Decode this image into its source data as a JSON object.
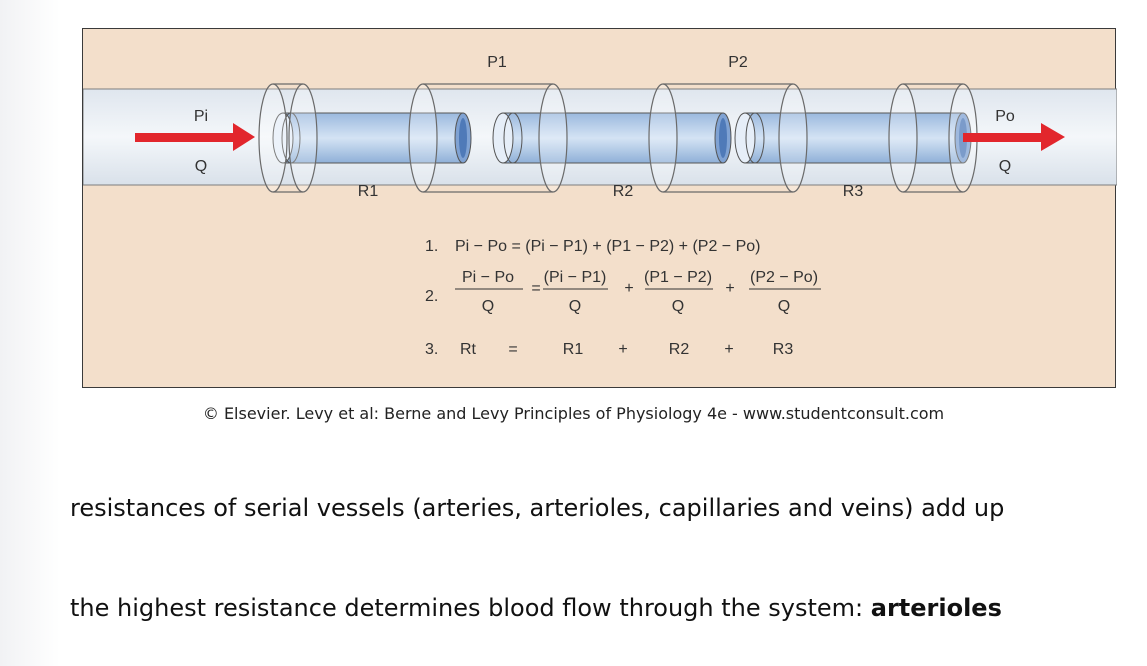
{
  "figure": {
    "labels": {
      "p1": "P1",
      "p2": "P2",
      "pi": "Pi",
      "po": "Po",
      "q_in": "Q",
      "q_out": "Q",
      "r1": "R1",
      "r2": "R2",
      "r3": "R3"
    },
    "equations": {
      "eq1_num": "1.",
      "eq1": "Pi − Po = (Pi − P1) + (P1 − P2) + (P2 − Po)",
      "eq2_num": "2.",
      "eq2_top": [
        "Pi − Po",
        "(Pi − P1)",
        "(P1 − P2)",
        "(P2 − Po)"
      ],
      "eq2_ops": [
        "=",
        "+",
        "+"
      ],
      "eq2_bottom": "Q",
      "eq3_num": "3.",
      "eq3": [
        "Rt",
        "=",
        "R1",
        "+",
        "R2",
        "+",
        "R3"
      ]
    },
    "colors": {
      "background": "#f3dfcb",
      "vessel": "#c7d9ee",
      "tube": "#e8eef4",
      "arrow": "#e2262c"
    }
  },
  "caption": "© Elsevier. Levy et al: Berne and Levy Principles of Physiology 4e - www.studentconsult.com",
  "bullets": {
    "line1": "resistances of serial vessels (arteries, arterioles, capillaries and veins) add up",
    "line2_prefix": "the highest resistance determines blood flow through the system: ",
    "line2_bold": "arterioles"
  }
}
